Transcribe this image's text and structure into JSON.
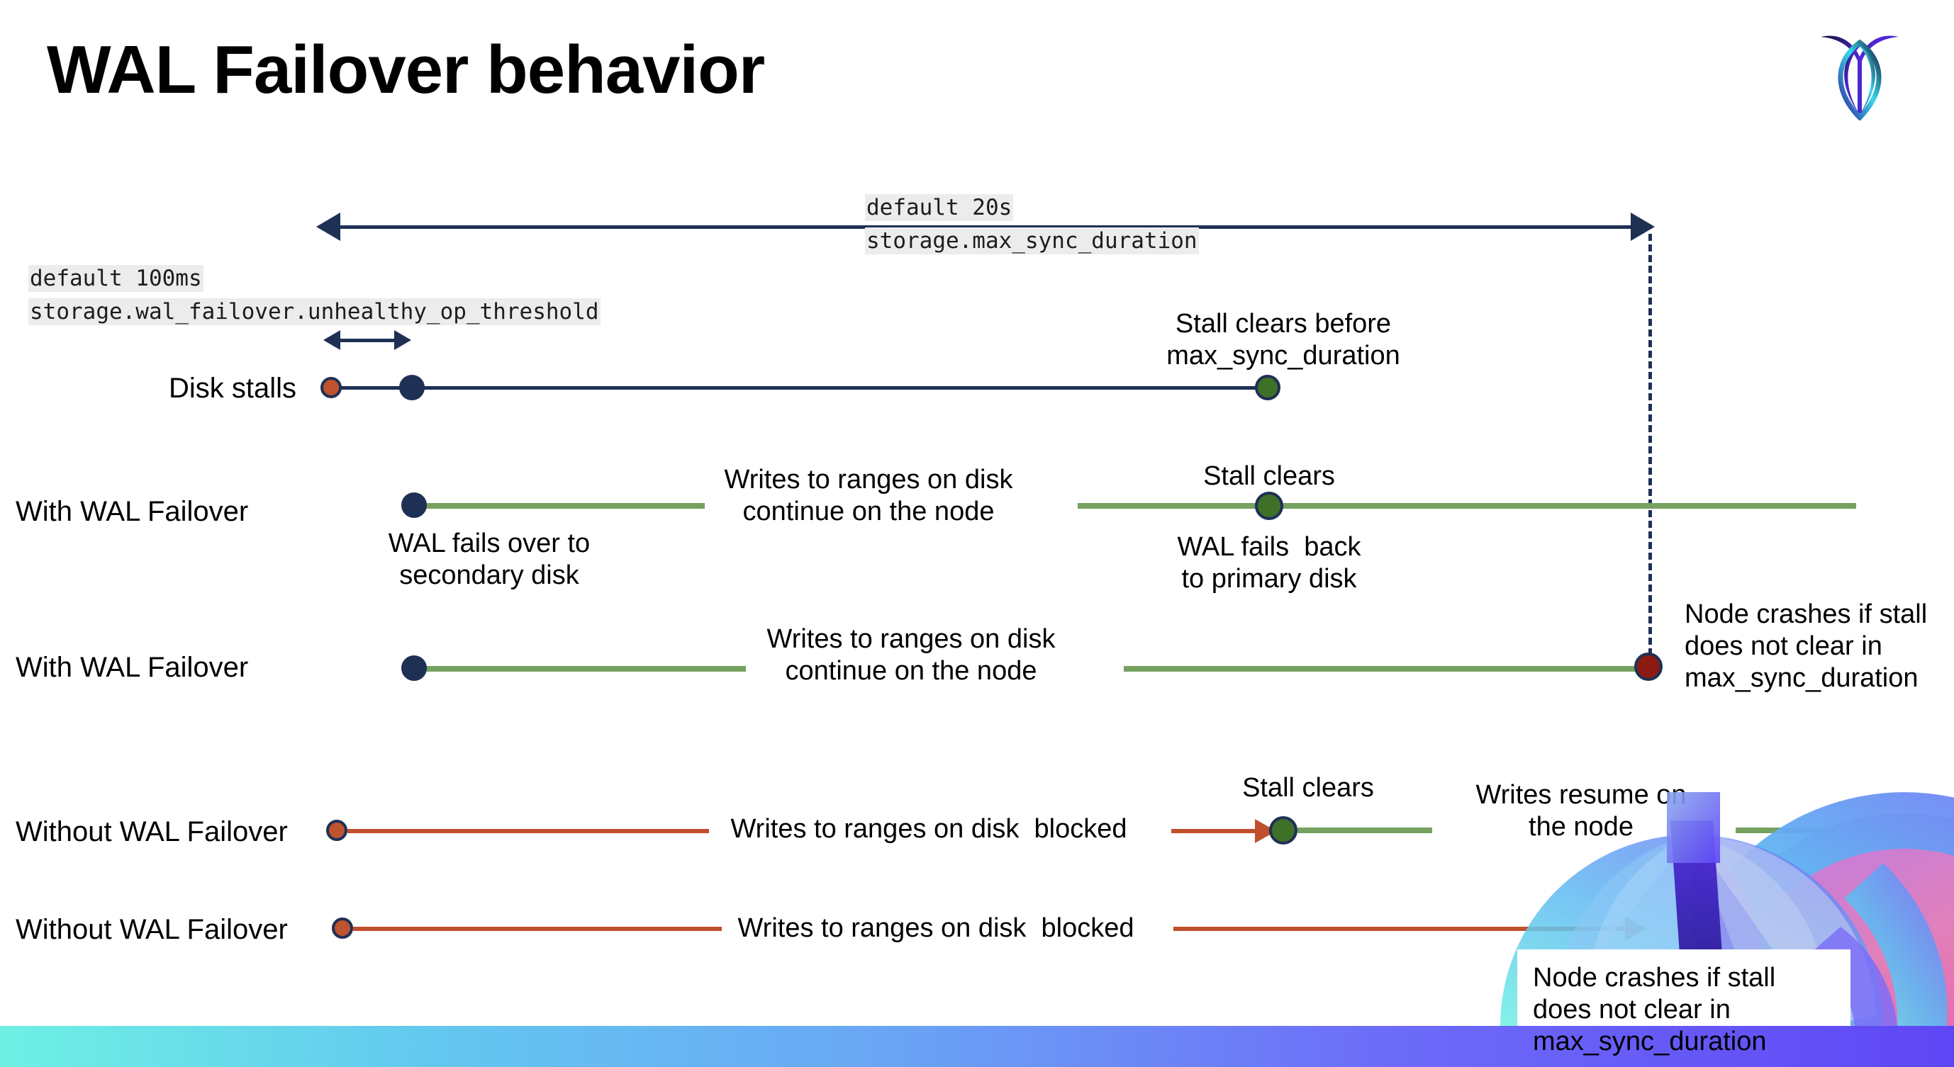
{
  "slide": {
    "title": "WAL Failover behavior",
    "logo_name": "cockroachdb-logo"
  },
  "annotations": {
    "max_sync": {
      "line1": "default 20s",
      "line2": "storage.max_sync_duration"
    },
    "unhealthy_op": {
      "line1": "default 100ms",
      "line2": "storage.wal_failover.unhealthy_op_threshold"
    }
  },
  "rows": [
    {
      "id": "disk-stalls",
      "label": "Disk stalls",
      "note_top": "Stall clears before\nmax_sync_duration"
    },
    {
      "id": "with-wal-failover-1",
      "label": "With WAL Failover",
      "note_start": "WAL fails over to\nsecondary disk",
      "note_mid": "Writes to ranges on disk\ncontinue on the node",
      "note_clear": "Stall clears",
      "note_back": "WAL fails  back\nto primary disk"
    },
    {
      "id": "with-wal-failover-2",
      "label": "With WAL Failover",
      "note_mid": "Writes to ranges on disk\ncontinue on the node",
      "note_crash": "Node crashes if stall\ndoes not clear in\nmax_sync_duration"
    },
    {
      "id": "without-wal-failover-1",
      "label": "Without WAL Failover",
      "note_mid": "Writes to ranges on disk  blocked",
      "note_clear": "Stall clears",
      "note_resume": "Writes resume on\nthe node"
    },
    {
      "id": "without-wal-failover-2",
      "label": "Without WAL Failover",
      "note_mid": "Writes to ranges on disk  blocked",
      "note_crash": "Node crashes if stall\ndoes not clear in\nmax_sync_duration"
    }
  ],
  "colors": {
    "navy": "#1f3055",
    "green_line": "#76a160",
    "green_dot": "#3e7028",
    "orange": "#c0532f",
    "red_line": "#c0502d",
    "dark_red": "#8b1a12",
    "code_bg": "#ececec"
  }
}
